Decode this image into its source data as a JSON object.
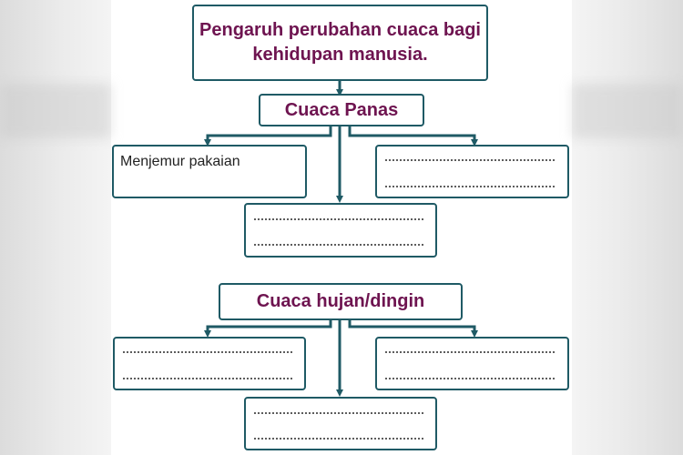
{
  "title": "Pengaruh perubahan cuaca bagi kehidupan manusia.",
  "sections": [
    {
      "heading": "Cuaca Panas",
      "left_answer": "Menjemur pakaian"
    },
    {
      "heading": "Cuaca hujan/dingin",
      "left_answer": ""
    }
  ],
  "colors": {
    "line": "#1f5a65",
    "heading_text": "#6e1450"
  }
}
